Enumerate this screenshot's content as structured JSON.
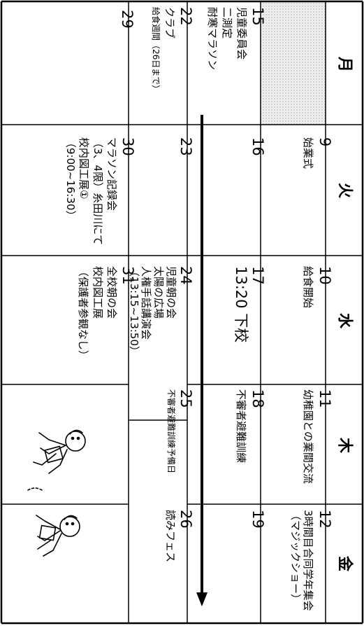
{
  "weekdays": {
    "mon": "月",
    "tue": "火",
    "wed": "水",
    "thu": "木",
    "fri": "金"
  },
  "days": {
    "d9": {
      "num": "9",
      "events": [
        "始業式"
      ]
    },
    "d10": {
      "num": "10",
      "events": [
        "給食開始"
      ]
    },
    "d11": {
      "num": "11",
      "events": [
        "幼稚園との業間交流"
      ]
    },
    "d12": {
      "num": "12",
      "events": [
        "3時間目合同学年集会",
        "（マジックショー）"
      ]
    },
    "d15": {
      "num": "15",
      "events": [
        "児童委員会",
        "二測定",
        "耐寒マラソン"
      ]
    },
    "d16": {
      "num": "16",
      "events": []
    },
    "d17": {
      "num": "17",
      "events": [
        "13:20 下校"
      ]
    },
    "d18": {
      "num": "18",
      "events": [
        "不審者避難訓練"
      ]
    },
    "d19": {
      "num": "19",
      "events": []
    },
    "d22": {
      "num": "22",
      "events": [
        "クラブ",
        "給食週間（26日まで）"
      ]
    },
    "d23": {
      "num": "23",
      "events": []
    },
    "d24": {
      "num": "24",
      "events": [
        "児童朝の会",
        "太陽の広場",
        "人権手話講演会",
        "（13:15~13:50）"
      ]
    },
    "d25": {
      "num": "25",
      "events": [
        "不審者避難訓練予備日"
      ]
    },
    "d26": {
      "num": "26",
      "events": [
        "読みフェス"
      ]
    },
    "d29": {
      "num": "29",
      "events": []
    },
    "d30": {
      "num": "30",
      "events": [
        "マラソン記録会",
        "（3、4限）糸田川にて",
        "校内図工展①",
        "（9:00~16:30）"
      ]
    },
    "d31": {
      "num": "31",
      "events": [
        "全校朝の会",
        "校内図工展",
        "（保護者参観なし）"
      ]
    }
  },
  "illustration": {
    "icon": "children-running-illustration"
  },
  "arrow": {
    "icon": "arrow-down-icon"
  }
}
